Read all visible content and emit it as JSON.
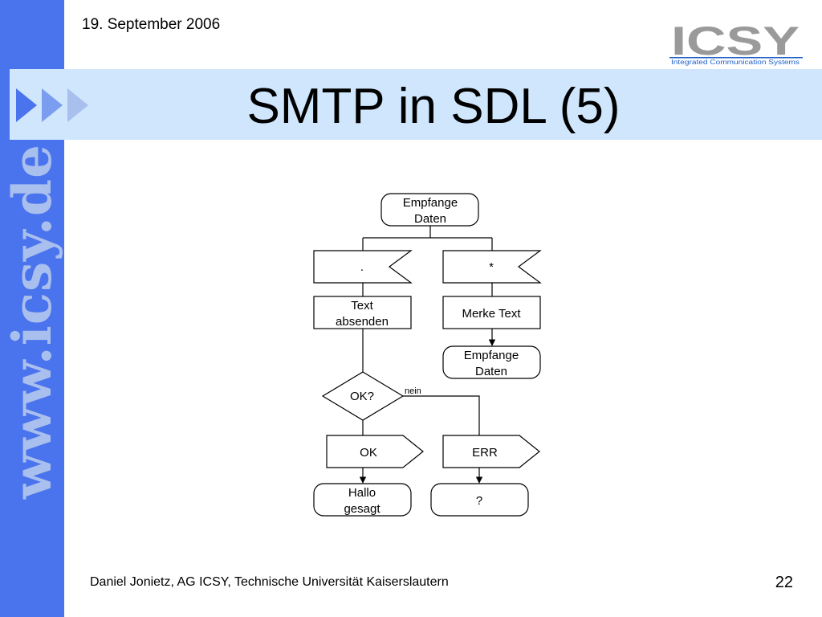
{
  "header": {
    "date": "19. September 2006",
    "logo_text": "ICSY",
    "logo_subtitle": "Integrated Communication Systems"
  },
  "sidebar": {
    "url_text": "www.icsy.de"
  },
  "slide": {
    "title": "SMTP in SDL (5)"
  },
  "diagram": {
    "start_line1": "Empfange",
    "start_line2": "Daten",
    "input_left": ".",
    "input_right": "*",
    "task_left_line1": "Text",
    "task_left_line2": "absenden",
    "task_right": "Merke Text",
    "state_mid_line1": "Empfange",
    "state_mid_line2": "Daten",
    "decision": "OK?",
    "branch_label": "nein",
    "output_left": "OK",
    "output_right": "ERR",
    "state_left_line1": "Hallo",
    "state_left_line2": "gesagt",
    "state_right": "?"
  },
  "footer": {
    "author": "Daniel Jonietz, AG ICSY, Technische Universität Kaiserslautern",
    "page_number": "22"
  },
  "colors": {
    "sidebar": "#4a73ee",
    "title_band": "#cfe6fd",
    "arrows": "#4a73ee",
    "logo_gray": "#9a9a9a",
    "logo_blue": "#1f62c8"
  }
}
